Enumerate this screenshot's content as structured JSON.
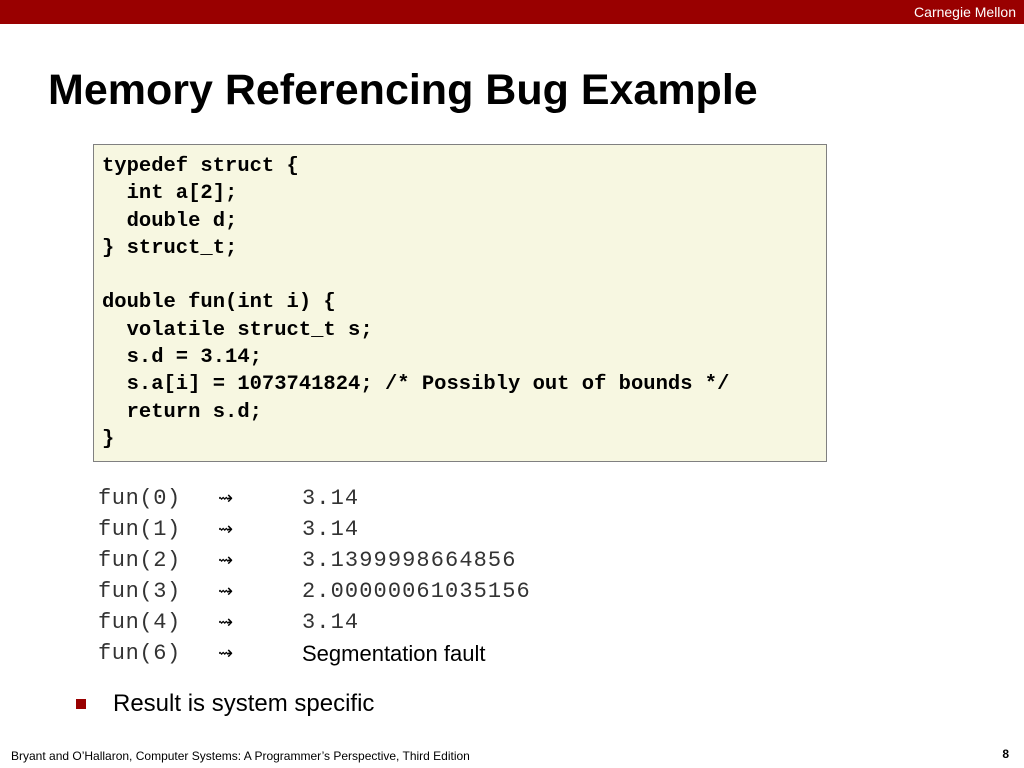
{
  "header": {
    "org": "Carnegie Mellon",
    "bar_color": "#990000"
  },
  "slide": {
    "title": "Memory Referencing Bug Example"
  },
  "code": {
    "lines": [
      "typedef struct {",
      "  int a[2];",
      "  double d;",
      "} struct_t;",
      "",
      "double fun(int i) {",
      "  volatile struct_t s;",
      "  s.d = 3.14;",
      "  s.a[i] = 1073741824; /* Possibly out of bounds */",
      "  return s.d;",
      "}"
    ],
    "background": "#f7f7e1"
  },
  "results": [
    {
      "call": "fun(0)",
      "arrow": "⇝",
      "value": "3.14"
    },
    {
      "call": "fun(1)",
      "arrow": "⇝",
      "value": "3.14"
    },
    {
      "call": "fun(2)",
      "arrow": "⇝",
      "value": "3.1399998664856"
    },
    {
      "call": "fun(3)",
      "arrow": "⇝",
      "value": "2.00000061035156"
    },
    {
      "call": "fun(4)",
      "arrow": "⇝",
      "value": "3.14"
    },
    {
      "call": "fun(6)",
      "arrow": "⇝",
      "value": "Segmentation fault"
    }
  ],
  "bullets": [
    {
      "text": "Result is system specific",
      "marker_color": "#990000"
    }
  ],
  "footer": {
    "citation": "Bryant and O’Hallaron, Computer Systems: A Programmer’s Perspective, Third Edition",
    "page_number": "8"
  }
}
